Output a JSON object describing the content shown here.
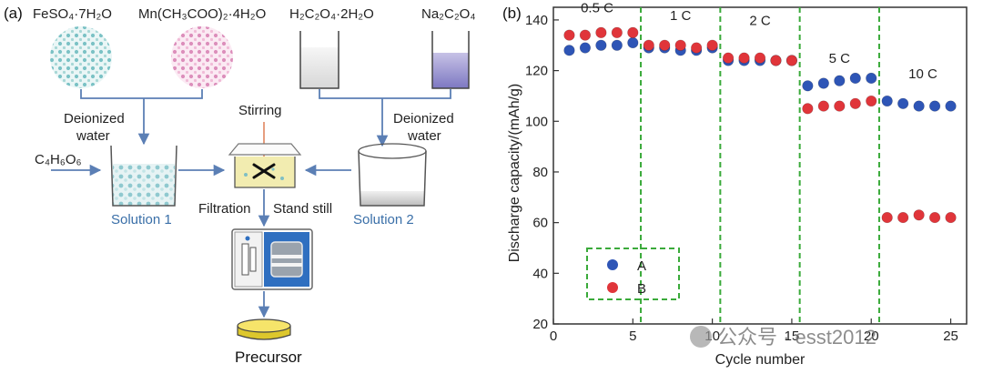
{
  "panel_a": {
    "panel_label": "(a)",
    "chemicals": {
      "feso4": "FeSO₄·7H₂O",
      "mn_acetate": "Mn(CH₃COO)₂·4H₂O",
      "oxalic": "H₂C₂O₄·2H₂O",
      "na_oxalate": "Na₂C₂O₄"
    },
    "deionized_left_1": "Deionized",
    "deionized_left_2": "water",
    "deionized_right_1": "Deionized",
    "deionized_right_2": "water",
    "tartaric": "C₄H₆O₆",
    "stirring": "Stirring",
    "filtration": "Filtration",
    "stand_still": "Stand still",
    "solution1": "Solution 1",
    "solution2": "Solution 2",
    "precursor": "Precursor",
    "colors": {
      "arrow": "#5b7fb5",
      "solution_label": "#3a6fa8",
      "dryer": "#2f6fc0"
    }
  },
  "panel_b": {
    "panel_label": "(b)",
    "rate_labels": [
      "0.5 C",
      "1 C",
      "2 C",
      "5 C",
      "10 C"
    ],
    "legend": {
      "a": "A",
      "b": "B"
    },
    "watermark": "公众号 · esst2012",
    "colors": {
      "series_a": "#2e55b6",
      "series_b": "#e0353a",
      "divider": "#3aaa3a"
    }
  },
  "chart_data": {
    "type": "scatter",
    "xlabel": "Cycle number",
    "ylabel": "Discharge capacity/(mAh/g)",
    "xlim": [
      0,
      26
    ],
    "ylim": [
      20,
      145
    ],
    "xticks": [
      0,
      5,
      10,
      15,
      20,
      25
    ],
    "yticks": [
      20,
      40,
      60,
      80,
      100,
      120,
      140
    ],
    "rate_dividers": [
      5.5,
      10.5,
      15.5,
      20.5
    ],
    "grid": false,
    "legend_position": "bottom-left",
    "series": [
      {
        "name": "A",
        "x": [
          1,
          2,
          3,
          4,
          5,
          6,
          7,
          8,
          9,
          10,
          11,
          12,
          13,
          14,
          15,
          16,
          17,
          18,
          19,
          20,
          21,
          22,
          23,
          24,
          25
        ],
        "y": [
          128,
          129,
          130,
          130,
          131,
          129,
          129,
          128,
          128,
          129,
          124,
          124,
          124,
          124,
          124,
          114,
          115,
          116,
          117,
          117,
          108,
          107,
          106,
          106,
          106
        ]
      },
      {
        "name": "B",
        "x": [
          1,
          2,
          3,
          4,
          5,
          6,
          7,
          8,
          9,
          10,
          11,
          12,
          13,
          14,
          15,
          16,
          17,
          18,
          19,
          20,
          21,
          22,
          23,
          24,
          25
        ],
        "y": [
          134,
          134,
          135,
          135,
          135,
          130,
          130,
          130,
          129,
          130,
          125,
          125,
          125,
          124,
          124,
          105,
          106,
          106,
          107,
          108,
          62,
          62,
          63,
          62,
          62
        ]
      }
    ]
  }
}
